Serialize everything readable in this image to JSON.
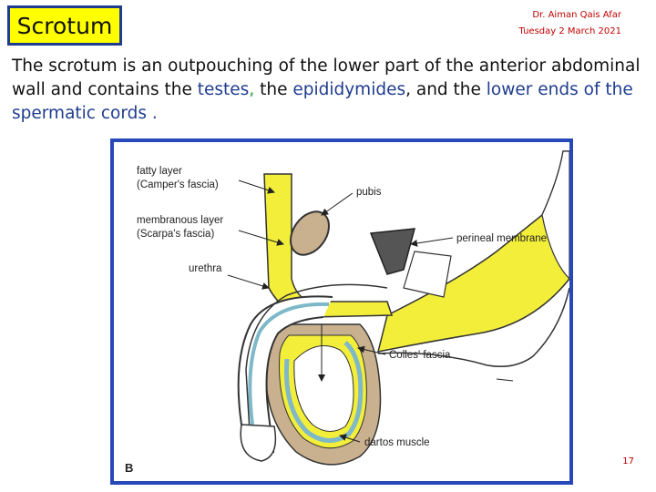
{
  "slide": {
    "title": "Scrotum",
    "author": "Dr. Aiman Qais Afar",
    "date": "Tuesday 2 March 2021",
    "intro": {
      "part1": "The scrotum is an outpouching of the lower part of the anterior abdominal wall and contains the ",
      "testes": "testes",
      "comma1": ",",
      "part2": " the ",
      "epididymides": "epididymides",
      "part3": ", and the ",
      "cords": "lower ends of the spermatic cords ."
    },
    "page_number": "17"
  },
  "figure": {
    "labels": {
      "fatty_layer": "fatty layer",
      "campers_fascia": "(Camper's fascia)",
      "membranous_layer": "membranous layer",
      "scarpas_fascia": "(Scarpa's fascia)",
      "urethra": "urethra",
      "pubis": "pubis",
      "perineal_membrane": "perineal membrane",
      "colles_fascia": "Colles' fascia",
      "dartos_muscle": "dartos muscle",
      "panel_letter": "B"
    },
    "colors": {
      "fat": "#f2ee3a",
      "fascia": "#7eb8c9",
      "dartos": "#c9b08f",
      "frame": "#2748b8"
    }
  }
}
